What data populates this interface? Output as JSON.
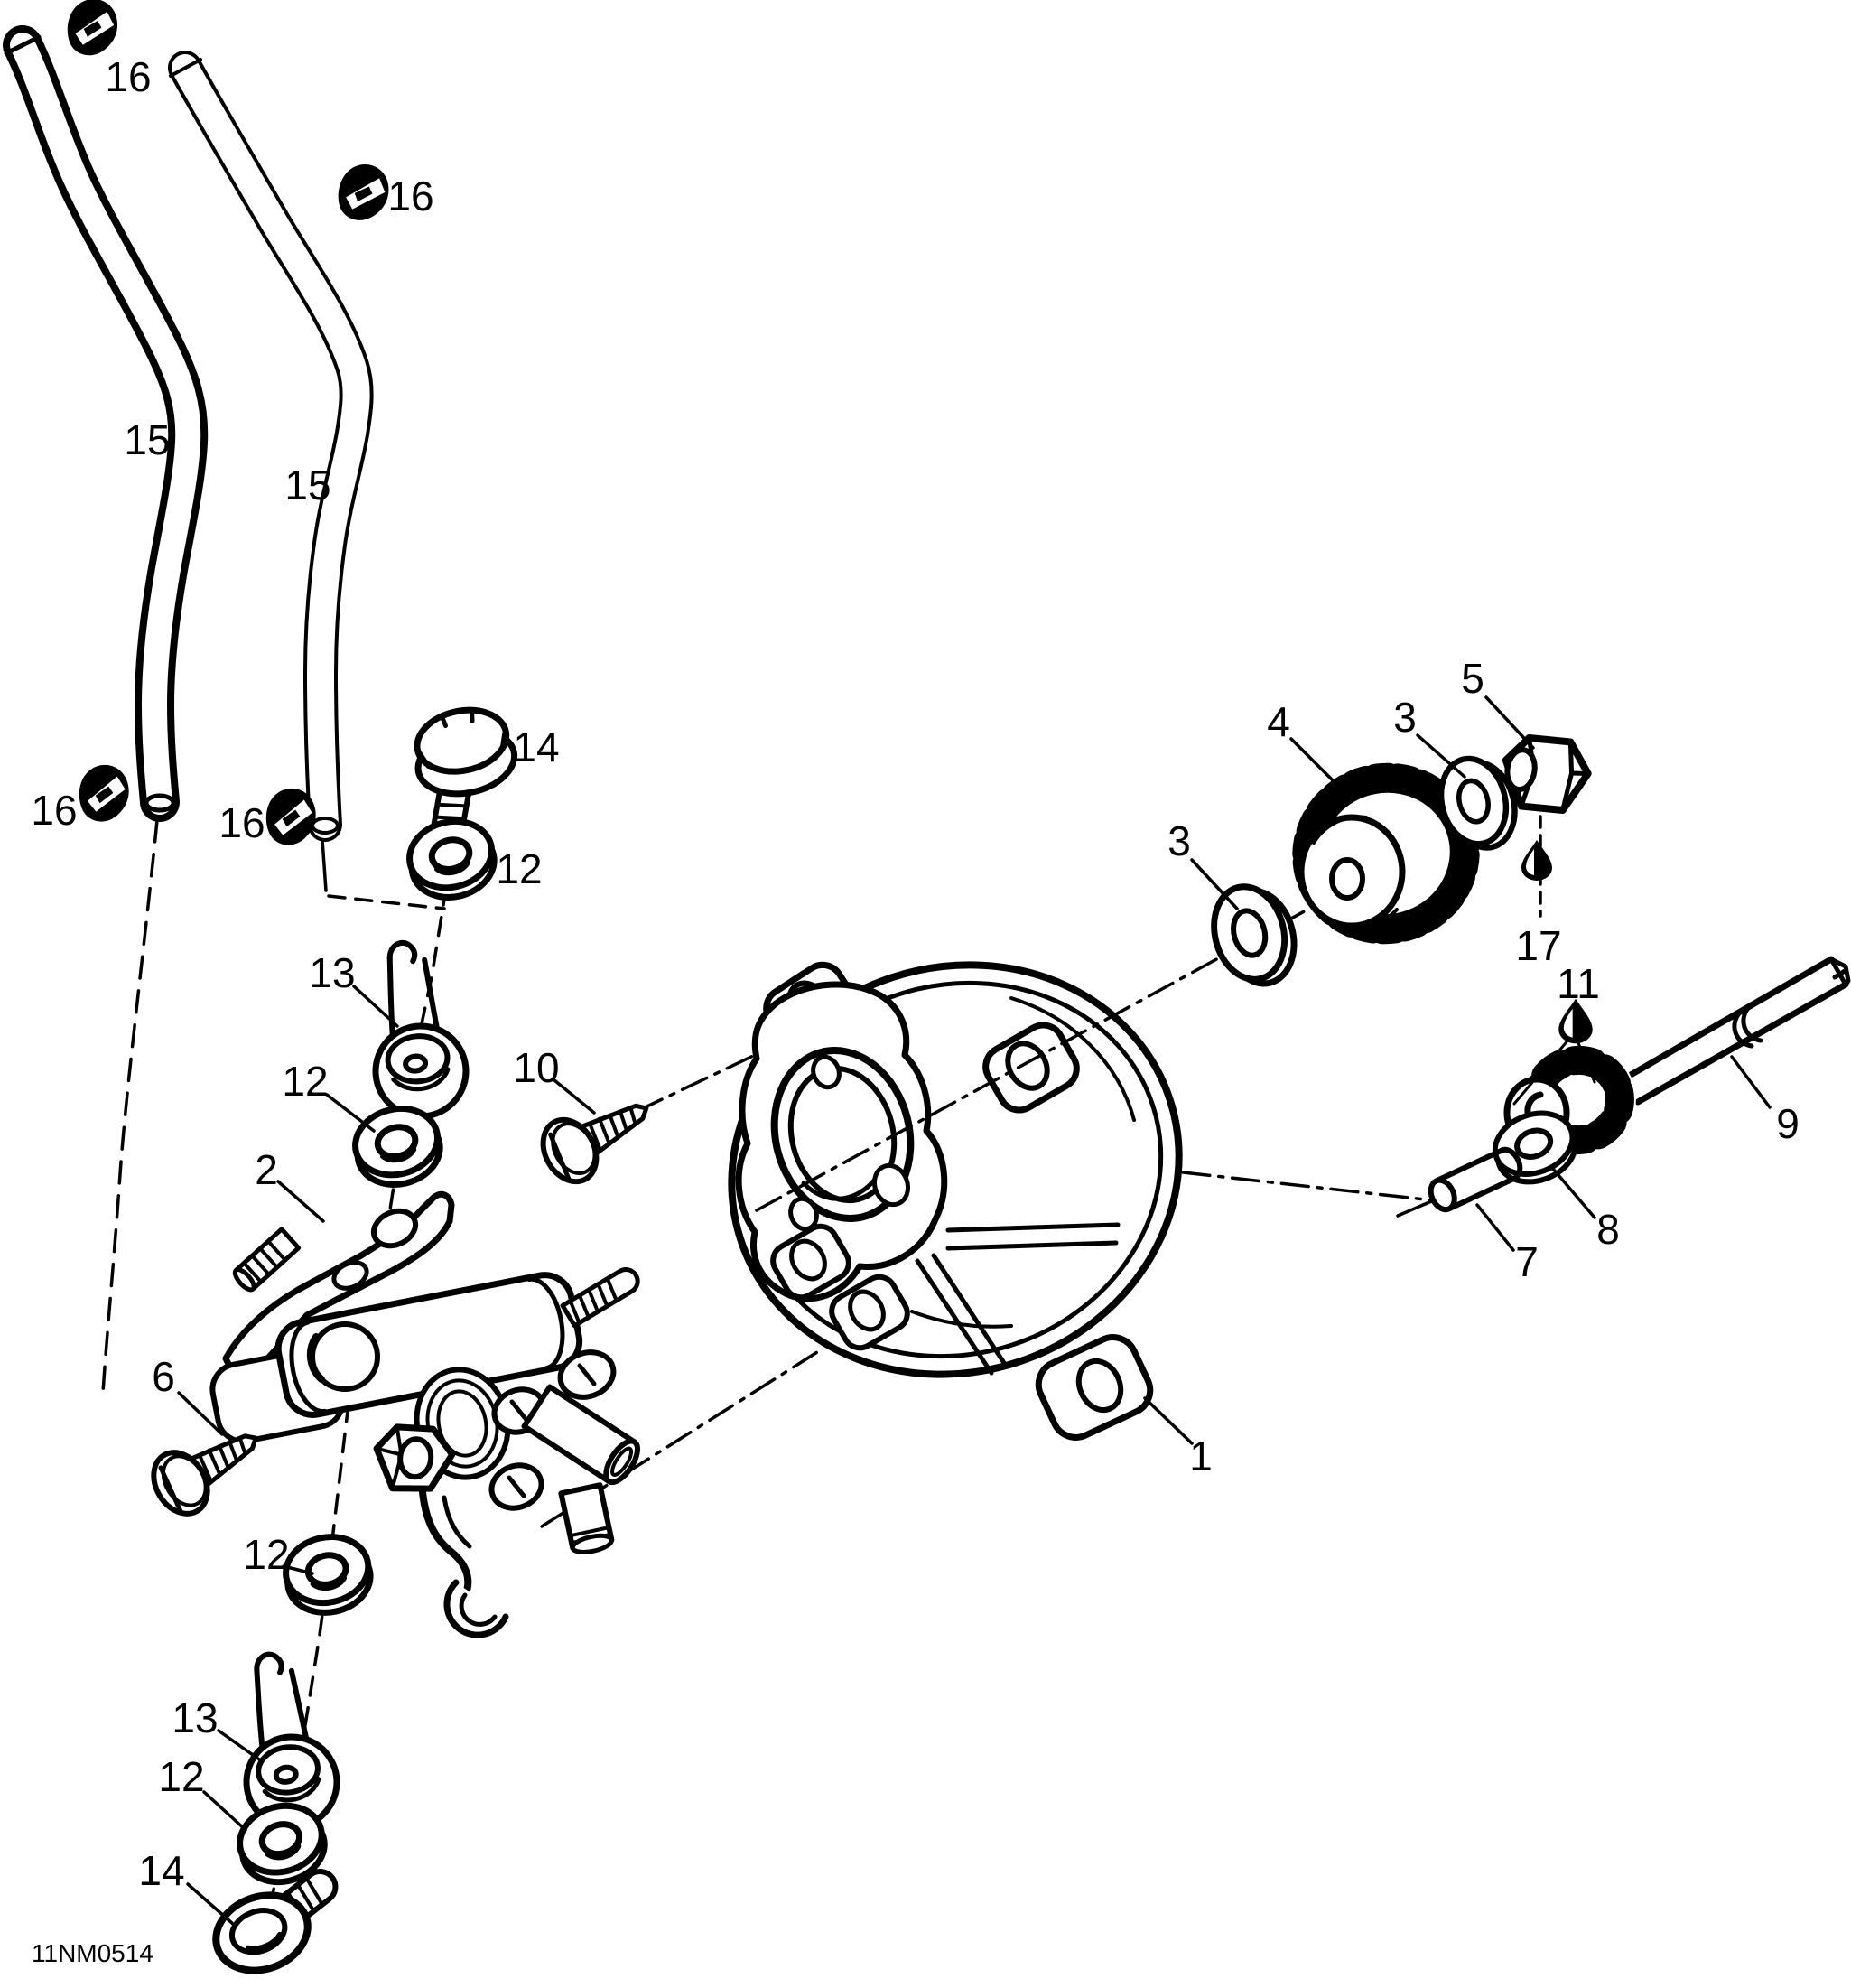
{
  "figure": {
    "drawing_code": "11NM0514",
    "background_color": "#ffffff",
    "line_color": "#000000",
    "type": "exploded-parts-diagram"
  },
  "callouts": {
    "clamp_top_left": "16",
    "clamp_top_right": "16",
    "hose_left": "15",
    "hose_right": "15",
    "clamp_mid_left": "16",
    "clamp_mid_right": "16",
    "bolt_upper": "14",
    "washer_upper_1": "12",
    "damper_upper": "13",
    "washer_upper_2": "12",
    "oil_pump": "2",
    "screw_cover": "10",
    "screw_pump": "6",
    "washer_lower_1": "12",
    "damper_lower": "13",
    "washer_lower_2": "12",
    "bolt_lower": "14",
    "pump_cover": "1",
    "drive_gear": "4",
    "washer_gear_left": "3",
    "washer_gear_right": "3",
    "nut": "5",
    "oil_drop_nut": "17",
    "oil_drop_impeller": "11",
    "shaft": "9",
    "washer_shaft": "8",
    "pin": "7"
  }
}
